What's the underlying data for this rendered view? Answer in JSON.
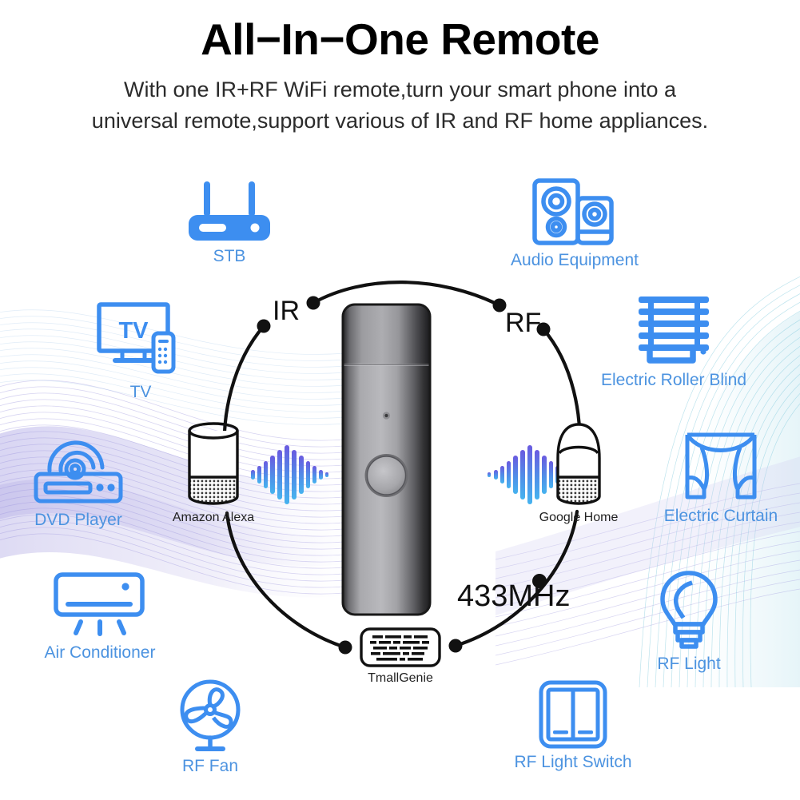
{
  "header": {
    "title": "All−In−One Remote",
    "subtitle_line1": "With one IR+RF WiFi remote,turn your smart phone into a",
    "subtitle_line2": "universal remote,support various of IR and RF home appliances."
  },
  "colors": {
    "icon_blue": "#3d8ef0",
    "label_blue": "#4c93e0",
    "title_black": "#000000",
    "line_black": "#111111",
    "device_body": "#9a9a9e",
    "device_edge": "#2a2a2c",
    "wave_lavender": "#c9c6ee",
    "wave_cyan": "#bfe6ee",
    "soundwave_purple": "#6a5ae0",
    "soundwave_blue": "#3fa9f5"
  },
  "signal_tags": [
    {
      "id": "ir",
      "label": "IR"
    },
    {
      "id": "rf",
      "label": "RF"
    },
    {
      "id": "freq",
      "label": "433MHz"
    }
  ],
  "center_device": {
    "name": "IR RF WiFi universal remote hub",
    "has_led": true,
    "has_round_button": true
  },
  "assistants": [
    {
      "id": "amazon-alexa",
      "label": "Amazon Alexa",
      "icon": "cylinder-speaker-icon"
    },
    {
      "id": "google-home",
      "label": "Google Home",
      "icon": "dome-speaker-icon"
    },
    {
      "id": "tmall-genie",
      "label": "TmallGenie",
      "icon": "rounded-speaker-icon"
    }
  ],
  "appliances_left": [
    {
      "id": "stb",
      "label": "STB",
      "icon": "router-icon"
    },
    {
      "id": "tv",
      "label": "TV",
      "icon": "tv-icon",
      "screen_text": "TV"
    },
    {
      "id": "dvd-player",
      "label": "DVD Player",
      "icon": "dvd-player-icon"
    },
    {
      "id": "air-conditioner",
      "label": "Air Conditioner",
      "icon": "air-conditioner-icon"
    },
    {
      "id": "rf-fan",
      "label": "RF Fan",
      "icon": "fan-icon"
    }
  ],
  "appliances_right": [
    {
      "id": "audio-equipment",
      "label": "Audio Equipment",
      "icon": "speakers-icon"
    },
    {
      "id": "electric-roller-blind",
      "label": "Electric Roller Blind",
      "icon": "roller-blind-icon"
    },
    {
      "id": "electric-curtain",
      "label": "Electric Curtain",
      "icon": "curtain-icon"
    },
    {
      "id": "rf-light",
      "label": "RF Light",
      "icon": "bulb-icon"
    },
    {
      "id": "rf-light-switch",
      "label": "RF Light Switch",
      "icon": "wall-switch-icon"
    }
  ]
}
